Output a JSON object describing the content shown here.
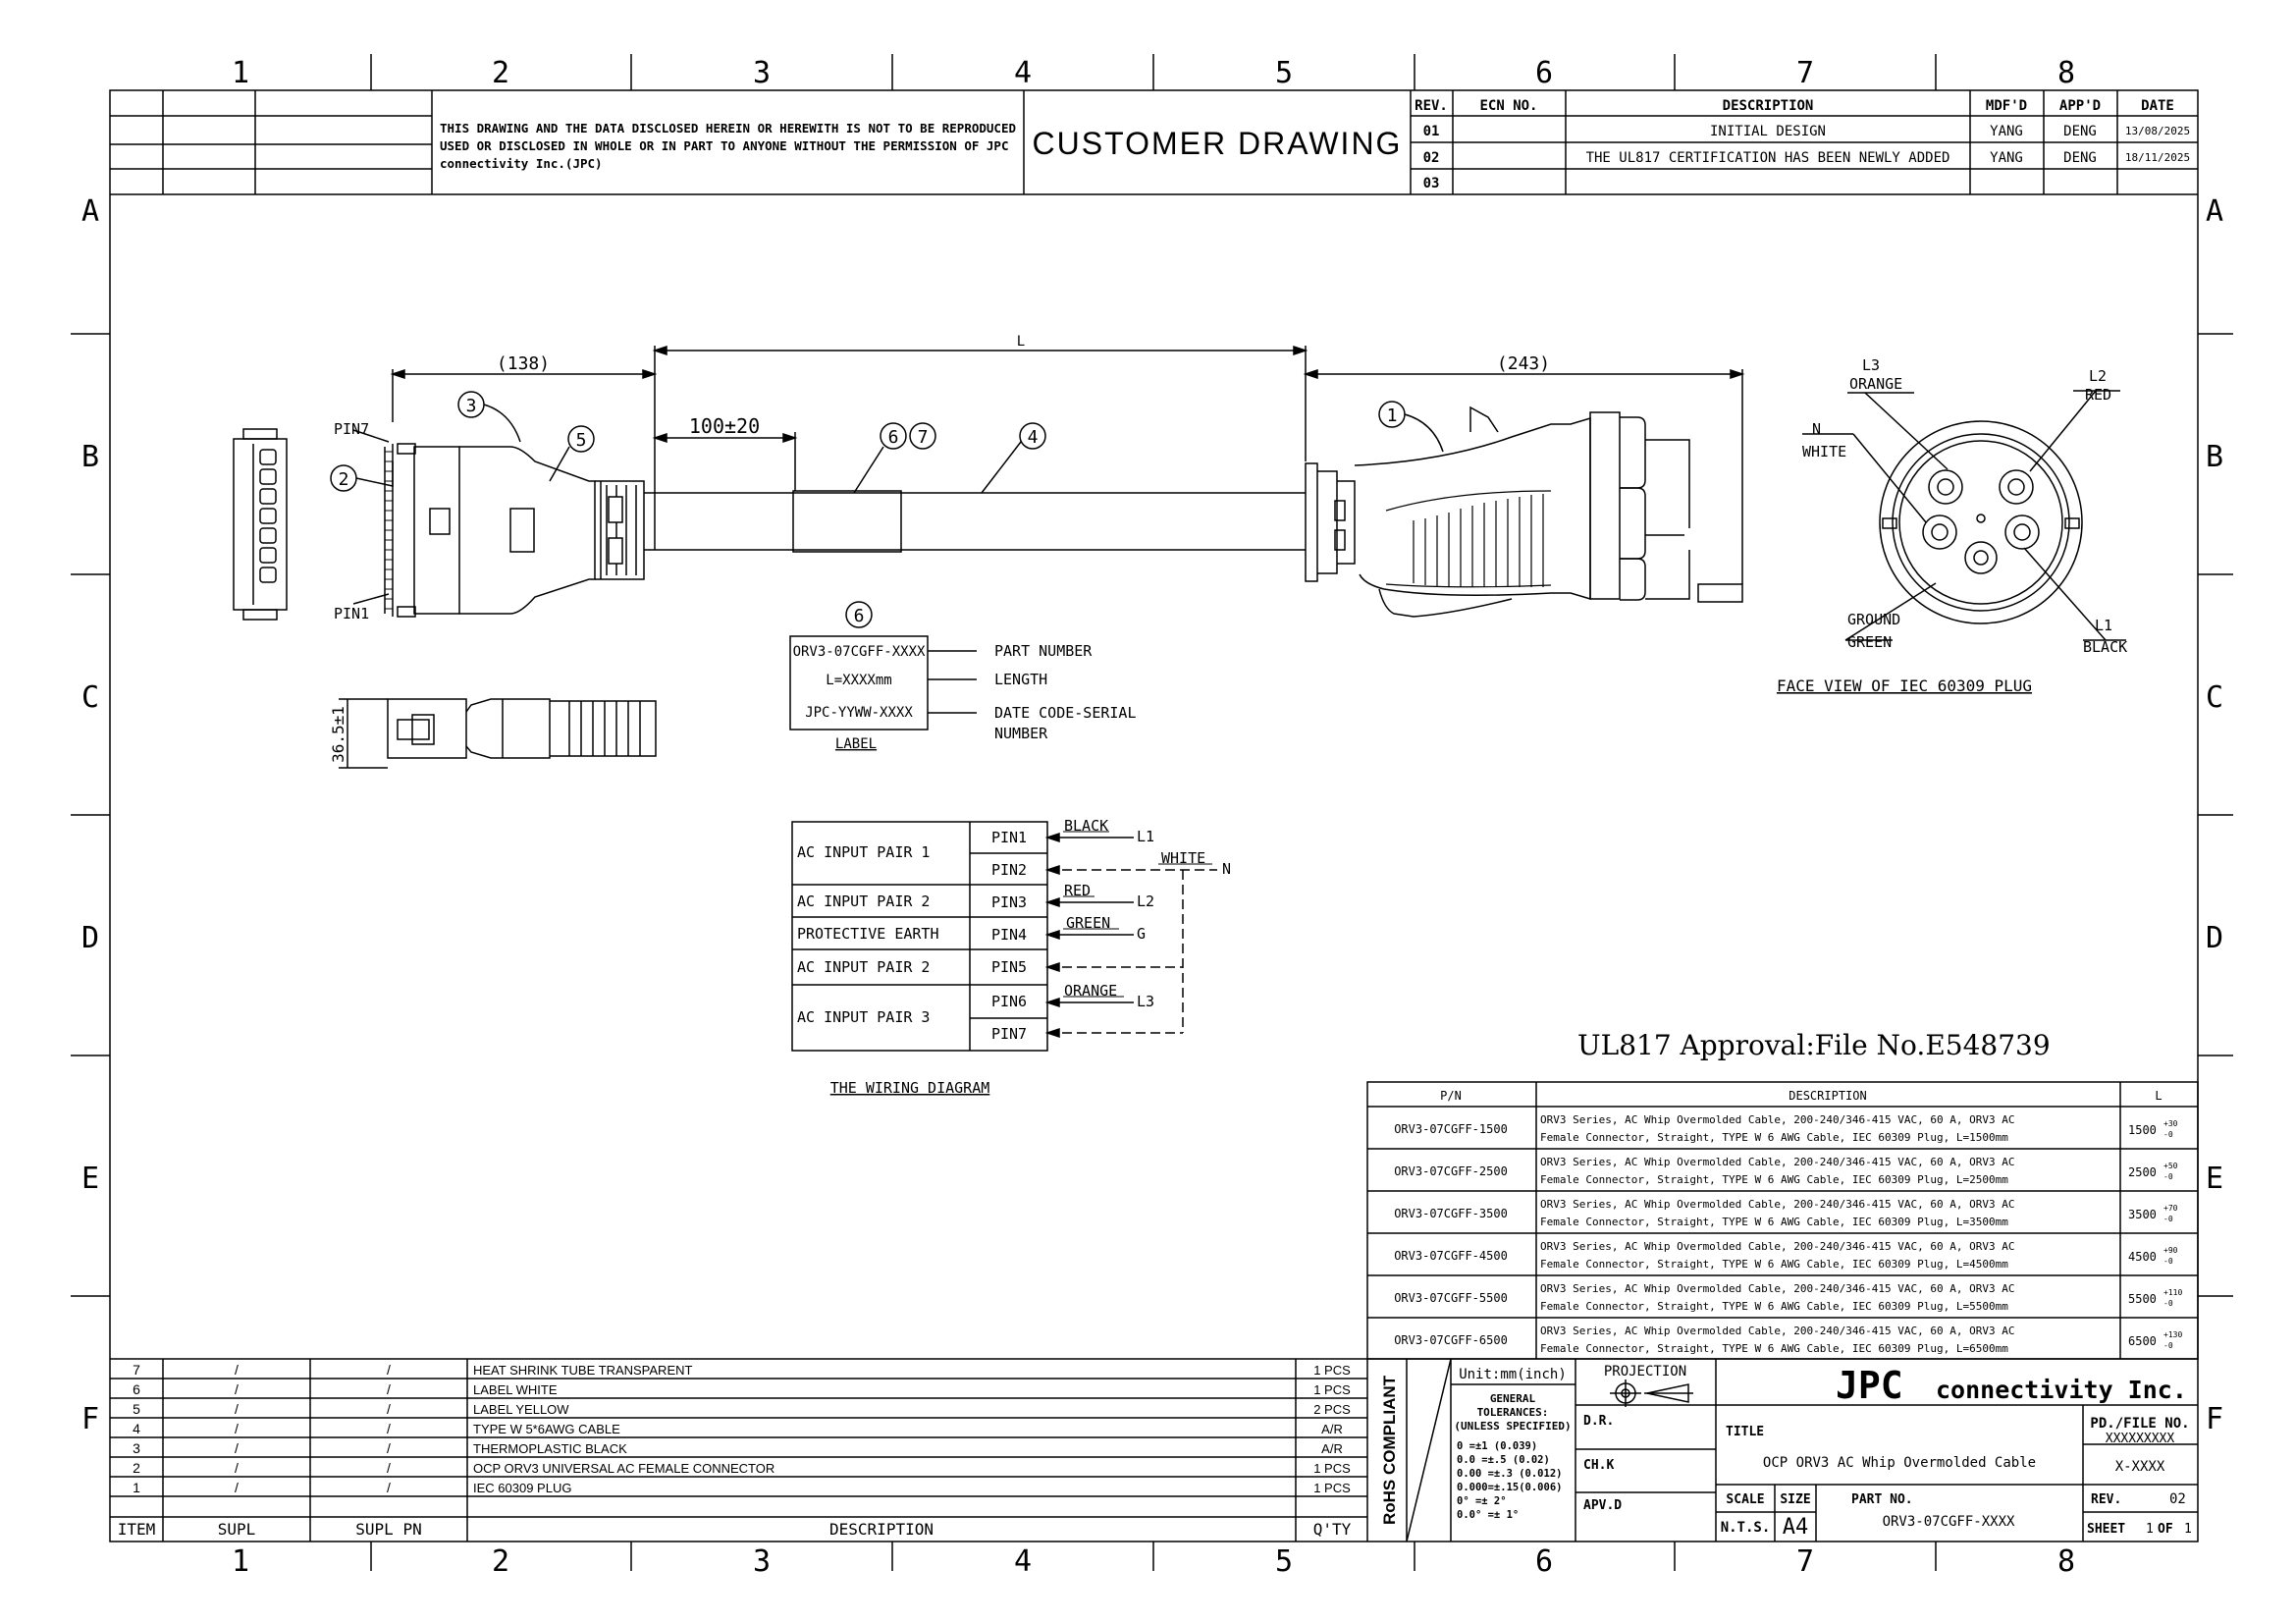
{
  "zone_columns": [
    "1",
    "2",
    "3",
    "4",
    "5",
    "6",
    "7",
    "8"
  ],
  "zone_rows": [
    "A",
    "B",
    "C",
    "D",
    "E",
    "F"
  ],
  "header": {
    "notice": [
      "THIS DRAWING AND THE DATA DISCLOSED HEREIN OR HEREWITH IS NOT TO BE REPRODUCED",
      "USED OR DISCLOSED IN WHOLE OR IN PART TO ANYONE WITHOUT THE PERMISSION OF JPC",
      "connectivity Inc.(JPC)"
    ],
    "drawing_type": "CUSTOMER DRAWING"
  },
  "revisions": {
    "headers": [
      "REV.",
      "ECN NO.",
      "DESCRIPTION",
      "MDF'D",
      "APP'D",
      "DATE"
    ],
    "rows": [
      {
        "rev": "01",
        "ecn": "",
        "desc": "INITIAL DESIGN",
        "mdf": "YANG",
        "app": "DENG",
        "date": "13/08/2025"
      },
      {
        "rev": "02",
        "ecn": "",
        "desc": "THE UL817 CERTIFICATION HAS BEEN NEWLY ADDED",
        "mdf": "YANG",
        "app": "DENG",
        "date": "18/11/2025"
      },
      {
        "rev": "03",
        "ecn": "",
        "desc": "",
        "mdf": "",
        "app": "",
        "date": ""
      }
    ]
  },
  "dims": {
    "left": "(138)",
    "length": "L",
    "right": "(243)",
    "tolerance": "100±20",
    "side_height": "36.5±1"
  },
  "balloons": [
    "1",
    "2",
    "3",
    "4",
    "5",
    "6",
    "7"
  ],
  "pin_labels": {
    "pin7": "PIN7",
    "pin1": "PIN1"
  },
  "label_box": {
    "lines": [
      "ORV3-07CGFF-XXXX",
      "L=XXXXmm",
      "JPC-YYWW-XXXX"
    ],
    "callouts": [
      "PART NUMBER",
      "LENGTH",
      "DATE CODE-SERIAL",
      "NUMBER"
    ],
    "caption": "LABEL"
  },
  "wiring": {
    "groups": [
      "AC INPUT PAIR 1",
      "AC INPUT PAIR 2",
      "PROTECTIVE EARTH",
      "AC INPUT PAIR 2",
      "AC INPUT PAIR 3"
    ],
    "pins": [
      "PIN1",
      "PIN2",
      "PIN3",
      "PIN4",
      "PIN5",
      "PIN6",
      "PIN7"
    ],
    "wires": [
      {
        "color": "BLACK",
        "signal": "L1"
      },
      {
        "color": "WHITE",
        "signal": "N"
      },
      {
        "color": "RED",
        "signal": "L2"
      },
      {
        "color": "GREEN",
        "signal": "G"
      },
      {
        "color": "ORANGE",
        "signal": "L3"
      }
    ],
    "caption": "THE WIRING DIAGRAM"
  },
  "face_view": {
    "labels": [
      "L3",
      "ORANGE",
      "L2",
      "RED",
      "N",
      "WHITE",
      "GROUND",
      "GREEN",
      "L1",
      "BLACK"
    ],
    "caption": "FACE VIEW OF IEC 60309 PLUG"
  },
  "approval": "UL817 Approval:File No.E548739",
  "pn_table": {
    "headers": [
      "P/N",
      "DESCRIPTION",
      "L"
    ],
    "rows": [
      {
        "pn": "ORV3-07CGFF-1500",
        "d1": "ORV3 Series, AC Whip Overmolded Cable, 200-240/346-415 VAC, 60 A, ORV3 AC",
        "d2": "Female Connector, Straight, TYPE W 6 AWG Cable, IEC 60309 Plug, L=1500mm",
        "l": "1500",
        "tol": "+30",
        "tol0": "-0"
      },
      {
        "pn": "ORV3-07CGFF-2500",
        "d1": "ORV3 Series, AC Whip Overmolded Cable, 200-240/346-415 VAC, 60 A, ORV3 AC",
        "d2": "Female Connector, Straight, TYPE W 6 AWG Cable, IEC 60309 Plug, L=2500mm",
        "l": "2500",
        "tol": "+50",
        "tol0": "-0"
      },
      {
        "pn": "ORV3-07CGFF-3500",
        "d1": "ORV3 Series, AC Whip Overmolded Cable, 200-240/346-415 VAC, 60 A, ORV3 AC",
        "d2": "Female Connector, Straight, TYPE W 6 AWG Cable, IEC 60309 Plug, L=3500mm",
        "l": "3500",
        "tol": "+70",
        "tol0": "-0"
      },
      {
        "pn": "ORV3-07CGFF-4500",
        "d1": "ORV3 Series, AC Whip Overmolded Cable, 200-240/346-415 VAC, 60 A, ORV3 AC",
        "d2": "Female Connector, Straight, TYPE W 6 AWG Cable, IEC 60309 Plug, L=4500mm",
        "l": "4500",
        "tol": "+90",
        "tol0": "-0"
      },
      {
        "pn": "ORV3-07CGFF-5500",
        "d1": "ORV3 Series, AC Whip Overmolded Cable, 200-240/346-415 VAC, 60 A, ORV3 AC",
        "d2": "Female Connector, Straight, TYPE W 6 AWG Cable, IEC 60309 Plug, L=5500mm",
        "l": "5500",
        "tol": "+110",
        "tol0": "-0"
      },
      {
        "pn": "ORV3-07CGFF-6500",
        "d1": "ORV3 Series, AC Whip Overmolded Cable, 200-240/346-415 VAC, 60 A, ORV3 AC",
        "d2": "Female Connector, Straight, TYPE W 6 AWG Cable, IEC 60309 Plug, L=6500mm",
        "l": "6500",
        "tol": "+130",
        "tol0": "-0"
      }
    ]
  },
  "bom": {
    "headers": [
      "ITEM",
      "SUPL",
      "SUPL PN",
      "DESCRIPTION",
      "Q'TY"
    ],
    "rows": [
      {
        "item": "7",
        "supl": "/",
        "supl_pn": "/",
        "desc": "HEAT SHRINK TUBE TRANSPARENT",
        "qty": "1 PCS"
      },
      {
        "item": "6",
        "supl": "/",
        "supl_pn": "/",
        "desc": "LABEL WHITE",
        "qty": "1 PCS"
      },
      {
        "item": "5",
        "supl": "/",
        "supl_pn": "/",
        "desc": "LABEL YELLOW",
        "qty": "2 PCS"
      },
      {
        "item": "4",
        "supl": "/",
        "supl_pn": "/",
        "desc": "TYPE W 5*6AWG CABLE",
        "qty": "A/R"
      },
      {
        "item": "3",
        "supl": "/",
        "supl_pn": "/",
        "desc": "THERMOPLASTIC BLACK",
        "qty": "A/R"
      },
      {
        "item": "2",
        "supl": "/",
        "supl_pn": "/",
        "desc": "OCP ORV3 UNIVERSAL AC FEMALE CONNECTOR",
        "qty": "1 PCS"
      },
      {
        "item": "1",
        "supl": "/",
        "supl_pn": "/",
        "desc": "IEC 60309 PLUG",
        "qty": "1 PCS"
      }
    ]
  },
  "title_block": {
    "rohs": "RoHS COMPLIANT",
    "unit": "Unit:mm(inch)",
    "tol_title": [
      "GENERAL",
      "TOLERANCES:",
      "(UNLESS SPECIFIED)"
    ],
    "tol_lines": [
      "0    =±1 (0.039)",
      "0.0  =±.5 (0.02)",
      "0.00 =±.3 (0.012)",
      "0.000=±.15(0.006)",
      "0°   =± 2°",
      "0.0° =± 1°"
    ],
    "projection": "PROJECTION",
    "dr": "D.R.",
    "chk": "CH.K",
    "apvd": "APV.D",
    "company_big": "JPC",
    "company_small": "connectivity Inc.",
    "title_label": "TITLE",
    "title": "OCP ORV3 AC Whip Overmolded Cable",
    "pd_label": "PD./FILE NO.",
    "pd_value": "XXXXXXXXX",
    "code": "X-XXXX",
    "scale_label": "SCALE",
    "scale": "N.T.S.",
    "size_label": "SIZE",
    "size": "A4",
    "partno_label": "PART NO.",
    "partno": "ORV3-07CGFF-XXXX",
    "rev_label": "REV.",
    "rev": "02",
    "sheet_label": "SHEET",
    "sheet": "1",
    "of_label": "OF",
    "of": "1"
  }
}
